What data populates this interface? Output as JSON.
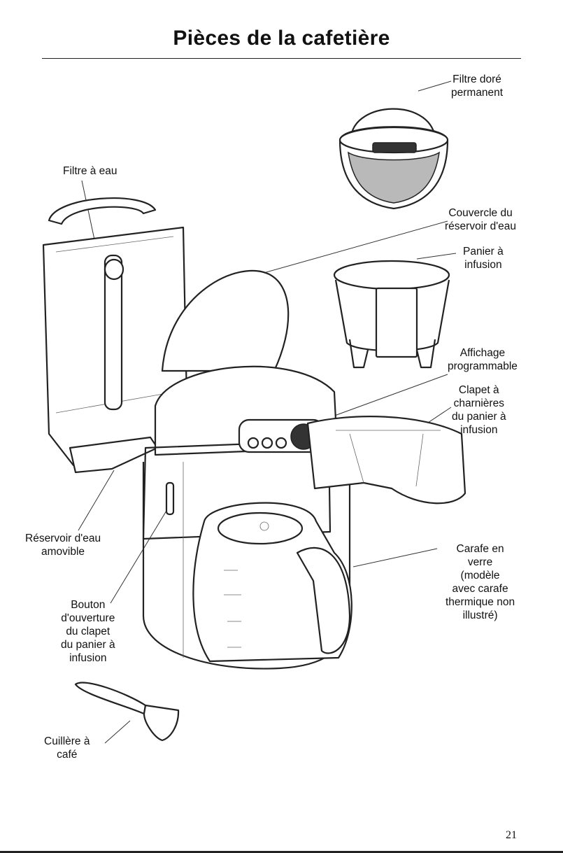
{
  "title": "Pièces de la cafetière",
  "page_number": "21",
  "labels": {
    "gold_filter": [
      "Filtre doré",
      "permanent"
    ],
    "water_filter": [
      "Filtre à eau"
    ],
    "reservoir_lid": [
      "Couvercle du",
      "réservoir d'eau"
    ],
    "brew_basket": [
      "Panier à",
      "infusion"
    ],
    "display": [
      "Affichage",
      "programmable"
    ],
    "hinged_door": [
      "Clapet à",
      "charnières",
      "du panier à",
      "infusion"
    ],
    "removable_reservoir": [
      "Réservoir d'eau",
      "amovible"
    ],
    "carafe": [
      "Carafe en",
      "verre",
      "(modèle",
      "avec carafe",
      "thermique non",
      "illustré)"
    ],
    "release_button": [
      "Bouton",
      "d'ouverture",
      "du clapet",
      "du panier à",
      "infusion"
    ],
    "scoop": [
      "Cuillère à",
      "café"
    ]
  }
}
